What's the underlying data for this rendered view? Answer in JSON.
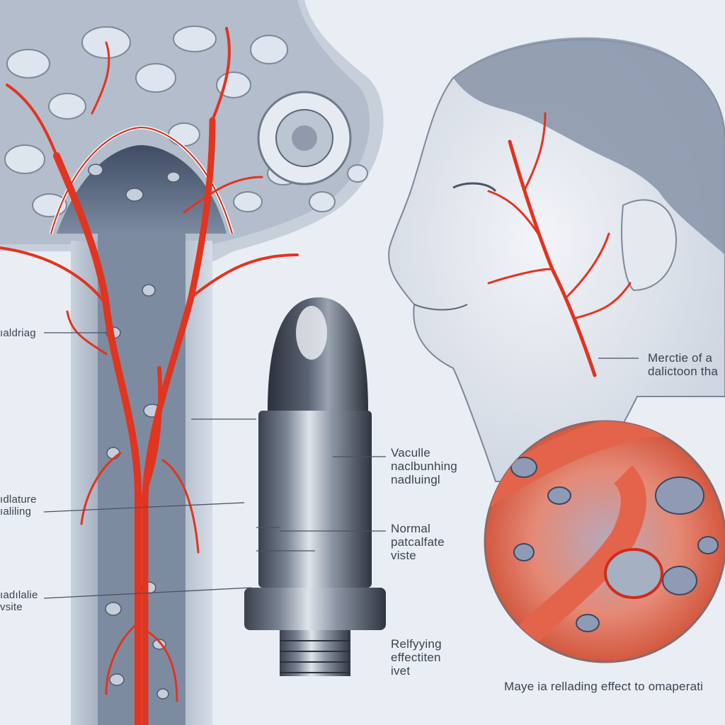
{
  "labels": {
    "left_top": [
      "ıaldriag"
    ],
    "left_mid": [
      "ıdlature",
      "ıaliling"
    ],
    "left_bottom": [
      "ıadılalie",
      "vsite"
    ],
    "device_top": [
      "Vaculle",
      "naclbunhing",
      "nadluingl"
    ],
    "device_mid": [
      "Normal",
      "patcalfate",
      "viste"
    ],
    "device_bottom": [
      "Relfyying",
      "effectiten",
      "ivet"
    ],
    "face": [
      "Merctie of a",
      "dalictoon tha"
    ],
    "bottom_caption": "Maye ia rellading effect to omaperati"
  },
  "colors": {
    "background": "#e9eef5",
    "artery": "#e2341f",
    "text": "#3c4350",
    "metal": "#5b6472"
  }
}
